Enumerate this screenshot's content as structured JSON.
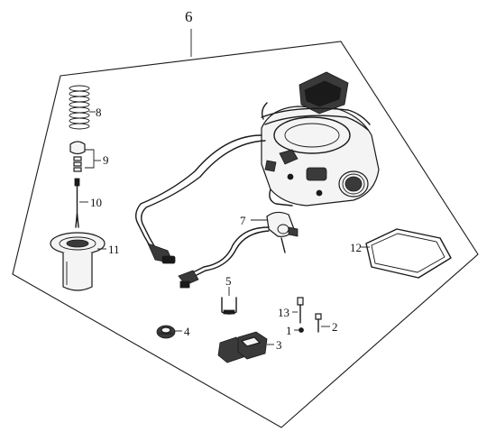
{
  "diagram": {
    "assembly_label": "6",
    "callouts": {
      "p1": "1",
      "p2": "2",
      "p3": "3",
      "p4": "4",
      "p5": "5",
      "p7": "7",
      "p8": "8",
      "p9": "9",
      "p10": "10",
      "p11": "11",
      "p12": "12",
      "p13": "13"
    }
  }
}
